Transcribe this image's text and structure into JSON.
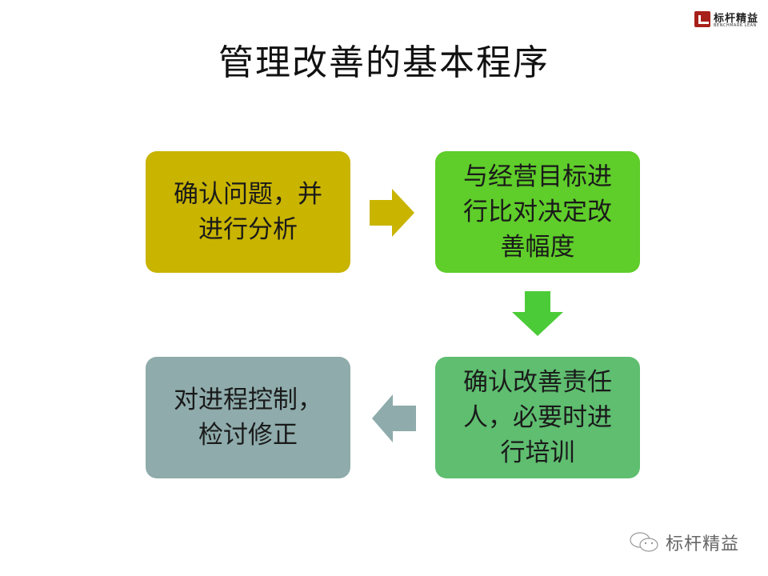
{
  "title": "管理改善的基本程序",
  "logo": {
    "cn": "标杆精益",
    "en": "BENCHMARK LEAN",
    "icon": "benchmark-logo-icon"
  },
  "steps": [
    {
      "lines": [
        "确认问题，并",
        "进行分析"
      ],
      "color": "#c9b400"
    },
    {
      "lines": [
        "与经营目标进",
        "行比对决定改",
        "善幅度"
      ],
      "color": "#5fcd2a"
    },
    {
      "lines": [
        "确认改善责任",
        "人，必要时进",
        "行培训"
      ],
      "color": "#5fbe70"
    },
    {
      "lines": [
        "对进程控制，",
        "检讨修正"
      ],
      "color": "#8fabab"
    }
  ],
  "arrows": [
    {
      "direction": "right",
      "color": "#c9b400"
    },
    {
      "direction": "down",
      "color": "#4ccb38"
    },
    {
      "direction": "left",
      "color": "#8fabab"
    }
  ],
  "watermark": {
    "icon": "wechat-icon",
    "text": "标杆精益"
  }
}
